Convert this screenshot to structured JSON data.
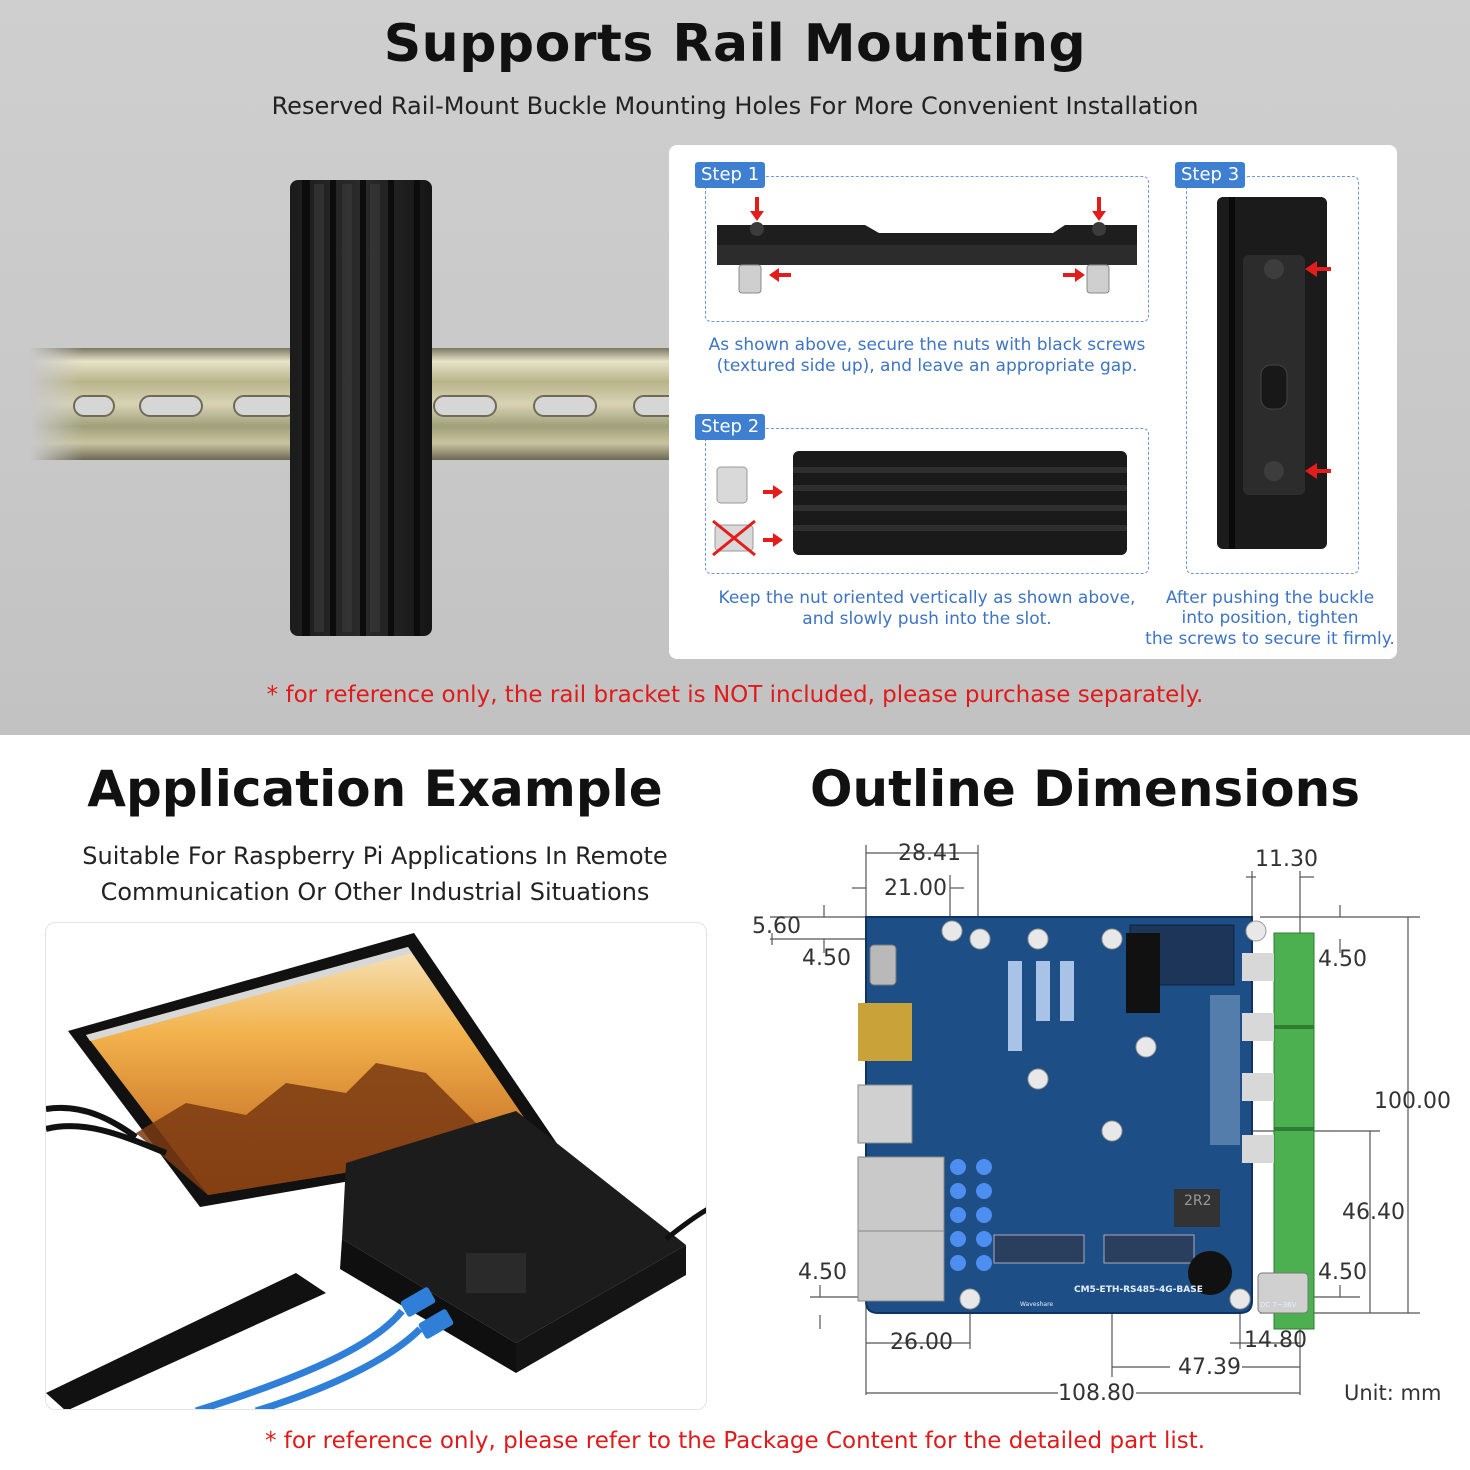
{
  "rail_section": {
    "title": "Supports Rail Mounting",
    "subtitle": "Reserved Rail-Mount Buckle Mounting Holes For More Convenient Installation",
    "steps": [
      {
        "tag": "Step 1",
        "text_line1": "As shown above, secure the nuts with black screws",
        "text_line2": "(textured side up), and leave an appropriate gap."
      },
      {
        "tag": "Step 2",
        "text_line1": "Keep the nut oriented vertically as shown above,",
        "text_line2": "and slowly push into the slot."
      },
      {
        "tag": "Step 3",
        "text_line1": "After pushing the buckle",
        "text_line2": "into position, tighten",
        "text_line3": "the screws to secure it firmly."
      }
    ],
    "note": "* for reference only, the rail bracket is NOT included, please purchase separately."
  },
  "application": {
    "title": "Application Example",
    "subtitle_line1": "Suitable For Raspberry Pi Applications In Remote",
    "subtitle_line2": "Communication Or Other Industrial Situations"
  },
  "dimensions": {
    "title": "Outline Dimensions",
    "labels": {
      "d_28_41": "28.41",
      "d_21_00": "21.00",
      "d_11_30": "11.30",
      "d_5_60": "5.60",
      "d_4_50_tl": "4.50",
      "d_4_50_tr": "4.50",
      "d_100_00": "100.00",
      "d_46_40": "46.40",
      "d_4_50_bl": "4.50",
      "d_4_50_br": "4.50",
      "d_26_00": "26.00",
      "d_14_80": "14.80",
      "d_47_39": "47.39",
      "d_108_80": "108.80"
    },
    "unit": "Unit: mm",
    "board_silkscreen": {
      "model": "CM5-ETH-RS485-4G-BASE",
      "brand": "Waveshare",
      "power": "DC 7~36V",
      "chip": "2R2"
    }
  },
  "bottom_note": "* for reference only, please refer to the Package Content for the detailed part list.",
  "colors": {
    "accent_blue": "#3f7fd1",
    "note_red": "#e01a1a",
    "pcb_blue": "#1d4f86",
    "terminal_green": "#4caf50"
  }
}
